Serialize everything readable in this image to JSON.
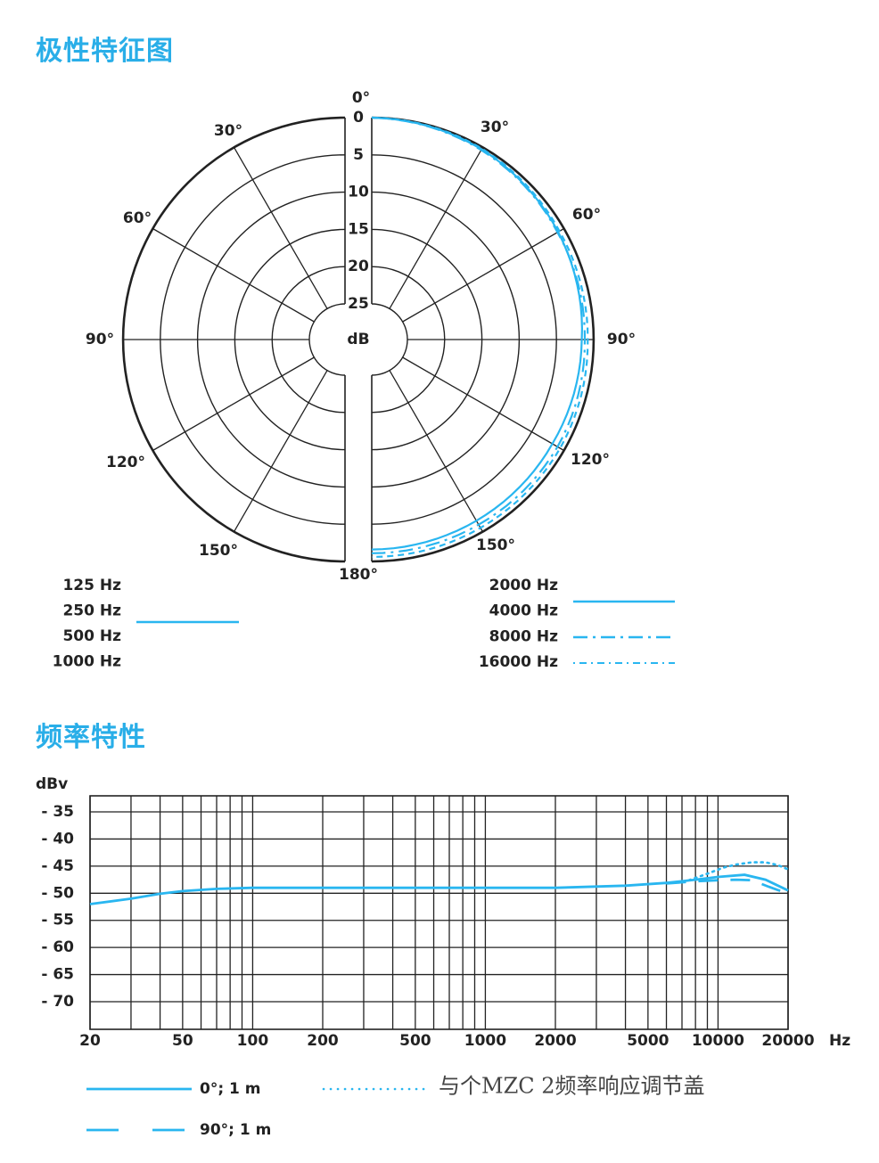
{
  "titles": {
    "polar": "极性特征图",
    "frequency": "频率特性"
  },
  "colors": {
    "accent": "#29b6f0",
    "grid": "#222222",
    "title": "#29aee8"
  },
  "chart_data": [
    {
      "type": "polar",
      "title": "极性特征图",
      "unit": "dB",
      "rings_db": [
        "0",
        "5",
        "10",
        "15",
        "20",
        "25"
      ],
      "angle_labels": [
        "0°",
        "30°",
        "60°",
        "90°",
        "120°",
        "150°",
        "180°"
      ],
      "legend_left": {
        "entries": [
          "125 Hz",
          "250 Hz",
          "500 Hz",
          "1000 Hz"
        ],
        "style": "solid"
      },
      "legend_right": [
        {
          "label": "2000 Hz",
          "style": "solid"
        },
        {
          "label": "4000 Hz",
          "style": "solid"
        },
        {
          "label": "8000 Hz",
          "style": "dash-dot"
        },
        {
          "label": "16000 Hz",
          "style": "dashed"
        }
      ],
      "series": [
        {
          "name": "2000/4000 Hz",
          "style": "solid",
          "angles": [
            0,
            30,
            60,
            90,
            120,
            150,
            180
          ],
          "attenuation_db": [
            0,
            0.3,
            0.9,
            1.6,
            1.8,
            1.7,
            1.6
          ]
        },
        {
          "name": "8000 Hz",
          "style": "dash-dot",
          "angles": [
            0,
            30,
            60,
            90,
            120,
            150,
            180
          ],
          "attenuation_db": [
            0,
            0.4,
            1.0,
            1.2,
            1.0,
            1.1,
            1.1
          ]
        },
        {
          "name": "16000 Hz",
          "style": "dashed",
          "angles": [
            0,
            30,
            60,
            90,
            120,
            150,
            180
          ],
          "attenuation_db": [
            0,
            0.2,
            0.7,
            0.8,
            0.6,
            0.6,
            0.6
          ]
        }
      ]
    },
    {
      "type": "line",
      "title": "频率特性",
      "ylabel": "dBv",
      "xlabel": "Hz",
      "xscale": "log",
      "xlim": [
        20,
        20000
      ],
      "ylim": [
        -75,
        -32
      ],
      "yticks": [
        -35,
        -40,
        -45,
        -50,
        -55,
        -60,
        -65,
        -70
      ],
      "ytick_labels": [
        "- 35",
        "- 40",
        "- 45",
        "- 50",
        "- 55",
        "- 60",
        "- 65",
        "- 70"
      ],
      "xticks": [
        20,
        50,
        100,
        200,
        500,
        1000,
        2000,
        5000,
        10000,
        20000
      ],
      "xtick_labels": [
        "20",
        "50",
        "100",
        "200",
        "500",
        "1000",
        "2000",
        "5000",
        "10000",
        "20000"
      ],
      "grid": true,
      "series": [
        {
          "name": "0°; 1 m",
          "style": "solid",
          "x": [
            20,
            30,
            40,
            50,
            70,
            100,
            500,
            1000,
            2000,
            4000,
            6000,
            8000,
            10000,
            13000,
            16000,
            20000
          ],
          "y": [
            -52,
            -51,
            -50.1,
            -49.6,
            -49.2,
            -49,
            -49,
            -49,
            -49,
            -48.6,
            -48.1,
            -47.5,
            -47,
            -46.6,
            -47.5,
            -49.5
          ]
        },
        {
          "name": "90°; 1 m",
          "style": "dashed",
          "x": [
            6000,
            8000,
            10000,
            12000,
            14000,
            16500,
            18000,
            20000
          ],
          "y": [
            -48.2,
            -47.8,
            -47.6,
            -47.5,
            -47.6,
            -48.8,
            -49.4,
            -50
          ]
        },
        {
          "name": "与个MZC 2频率响应调节盖",
          "style": "dotted",
          "x": [
            7500,
            9000,
            10500,
            12000,
            14000,
            16000,
            18000,
            20000
          ],
          "y": [
            -47.6,
            -46.4,
            -45.3,
            -44.7,
            -44.3,
            -44.3,
            -44.8,
            -45.6
          ]
        }
      ],
      "legend": [
        "0°; 1 m",
        "90°; 1 m",
        "与个MZC 2频率响应调节盖"
      ]
    }
  ]
}
